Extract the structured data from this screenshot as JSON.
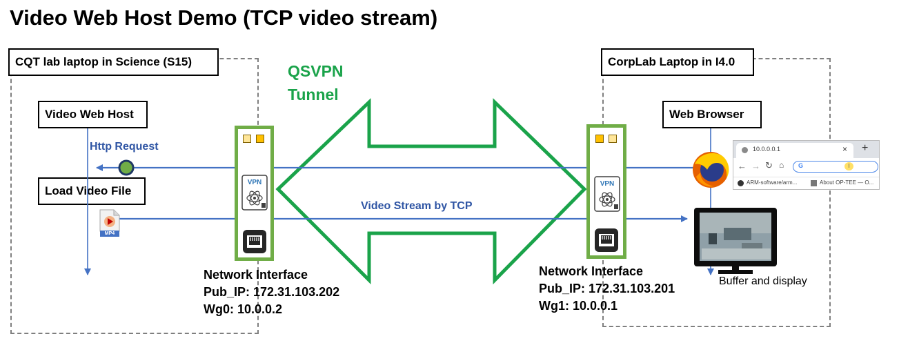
{
  "title": "Video Web Host Demo (TCP video stream)",
  "left_site": {
    "label": "CQT lab laptop in Science (S15)",
    "video_web_host": "Video Web Host",
    "load_video_file": "Load Video File",
    "file_badge": "MP4"
  },
  "right_site": {
    "label": "CorpLab Laptop in I4.0",
    "web_browser": "Web Browser",
    "buffer_display": "Buffer and display"
  },
  "tunnel": {
    "line1": "QSVPN",
    "line2": "Tunnel"
  },
  "flows": {
    "http_request": "Http Request",
    "video_stream": "Video Stream by TCP"
  },
  "left_interface": {
    "vpn_badge": "VPN",
    "name": "Network Interface",
    "pub_ip": "Pub_IP: 172.31.103.202",
    "wg": "Wg0: 10.0.0.2"
  },
  "right_interface": {
    "vpn_badge": "VPN",
    "name": "Network Interface",
    "pub_ip": "Pub_IP: 172.31.103.201",
    "wg": "Wg1: 10.0.0.1"
  },
  "browser_window": {
    "tab_title": "10.0.0.0.1",
    "tab_close": "×",
    "new_tab": "+",
    "address_value": "G",
    "bookmark1": "ARM-software/arm...",
    "bookmark2": "About OP-TEE — O..."
  },
  "colors": {
    "tunnel_green": "#1aa34a",
    "interface_border": "#70ad47",
    "flow_blue": "#4472c4",
    "label_blue": "#2f55a4",
    "dash_gray": "#7f7f7f"
  }
}
